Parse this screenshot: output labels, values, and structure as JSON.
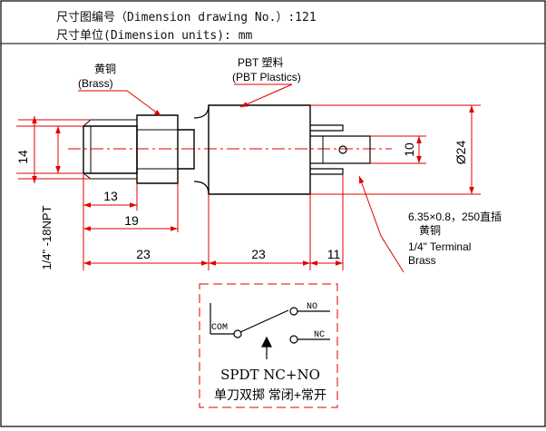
{
  "header": {
    "drawing_no": "尺寸图编号（Dimension drawing No.）:121",
    "units": "尺寸单位(Dimension units): mm"
  },
  "labels": {
    "brass_cn": "黄铜",
    "brass_en": "(Brass)",
    "pbt_cn": "PBT 塑料",
    "pbt_en": "(PBT Plastics)",
    "terminal_line1": "6.35×0.8，250直插",
    "terminal_line2": "黄铜",
    "terminal_line3": "1/4\" Terminal",
    "terminal_line4": "Brass",
    "thread": "1/4\" -18NPT"
  },
  "dimensions": {
    "d14": "14",
    "d13": "13",
    "d19": "19",
    "d23a": "23",
    "d23b": "23",
    "d11": "11",
    "d10": "10",
    "d24": "Ø24"
  },
  "switch": {
    "com": "COM",
    "no": "NO",
    "nc": "NC",
    "type": "SPDT  NC+NO",
    "desc_cn": "单刀双掷 常闭+常开"
  },
  "colors": {
    "dimension": "#e00000",
    "outline": "#000000"
  }
}
